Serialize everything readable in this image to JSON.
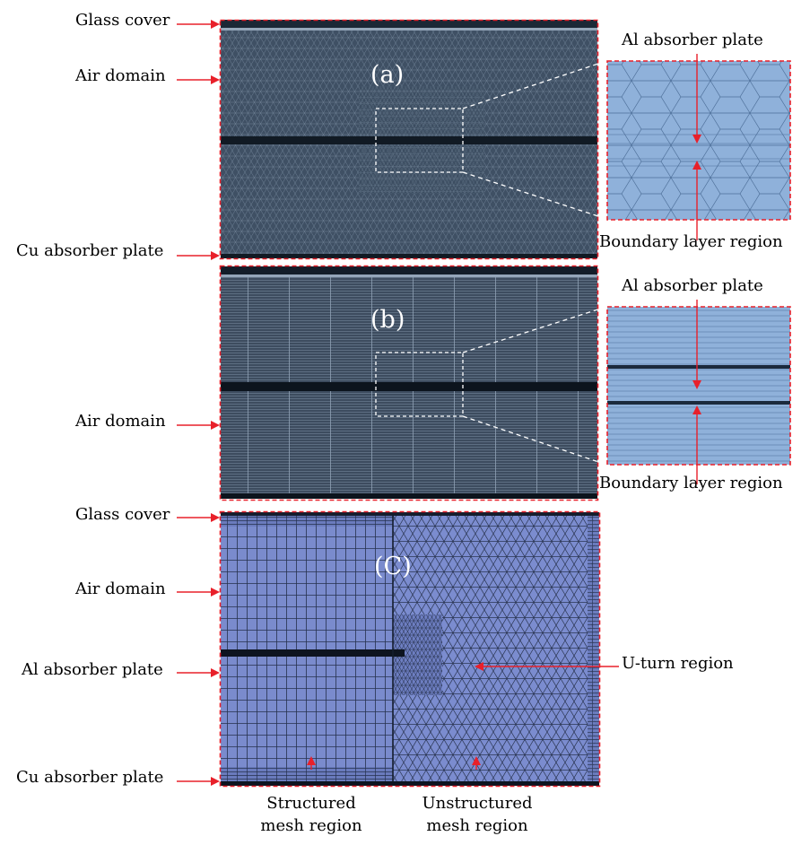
{
  "panels": {
    "a": {
      "letter": "(a)",
      "left_labels": {
        "glass": "Glass cover",
        "air": "Air domain",
        "cu": "Cu absorber plate"
      },
      "zoom": {
        "top_label": "Al absorber plate",
        "bottom_label": "Boundary layer region"
      }
    },
    "b": {
      "letter": "(b)",
      "left_labels": {
        "air": "Air domain"
      },
      "zoom": {
        "top_label": "Al absorber plate",
        "bottom_label": "Boundary layer region"
      }
    },
    "c": {
      "letter": "(C)",
      "left_labels": {
        "glass": "Glass cover",
        "air": "Air domain",
        "al": "Al absorber plate",
        "cu": "Cu absorber plate"
      },
      "right_label": "U-turn region",
      "bottom_labels": {
        "structured_line1": "Structured",
        "structured_line2": "mesh region",
        "unstructured_line1": "Unstructured",
        "unstructured_line2": "mesh region"
      }
    }
  },
  "colors": {
    "annotation_red": "#e8202a",
    "mesh_dark": "#3e4f63",
    "mesh_blue": "#7d8ed0",
    "zoom_blue": "#8fb1da",
    "mesh_line": "#1d2a3a"
  }
}
